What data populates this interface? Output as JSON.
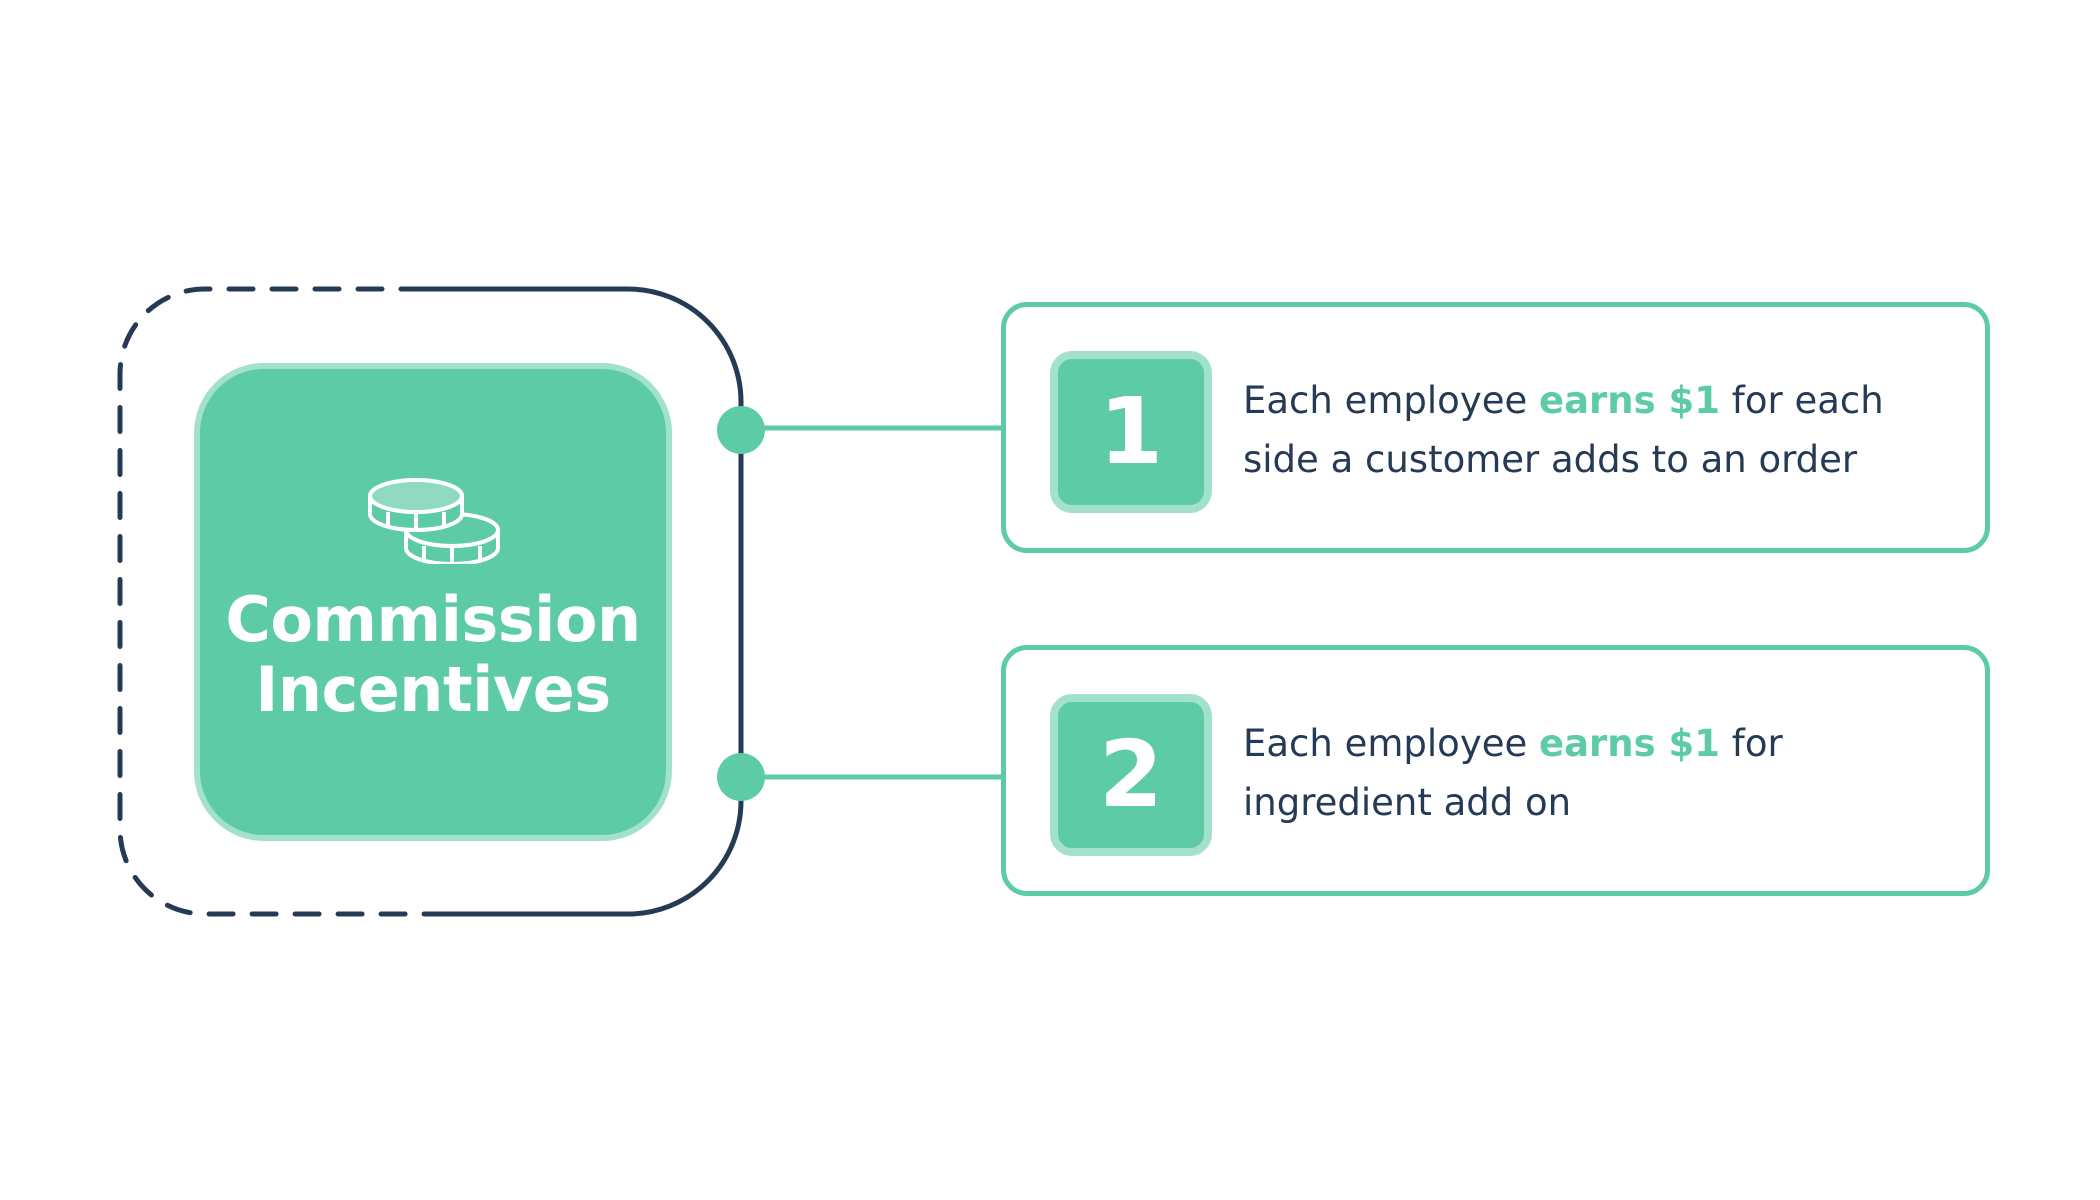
{
  "hub": {
    "title_line1": "Commission",
    "title_line2": "Incentives",
    "icon": "coins-icon"
  },
  "items": [
    {
      "number": "1",
      "text_before": "Each employee ",
      "highlight": "earns $1",
      "text_after": " for each",
      "text_line2": "side a customer adds to an order"
    },
    {
      "number": "2",
      "text_before": "Each employee ",
      "highlight": "earns $1",
      "text_after": " for",
      "text_line2": "ingredient add on"
    }
  ],
  "colors": {
    "accent": "#5ccba6",
    "accent_light": "#a2e1cb",
    "dark": "#253a55",
    "background": "#ffffff"
  }
}
